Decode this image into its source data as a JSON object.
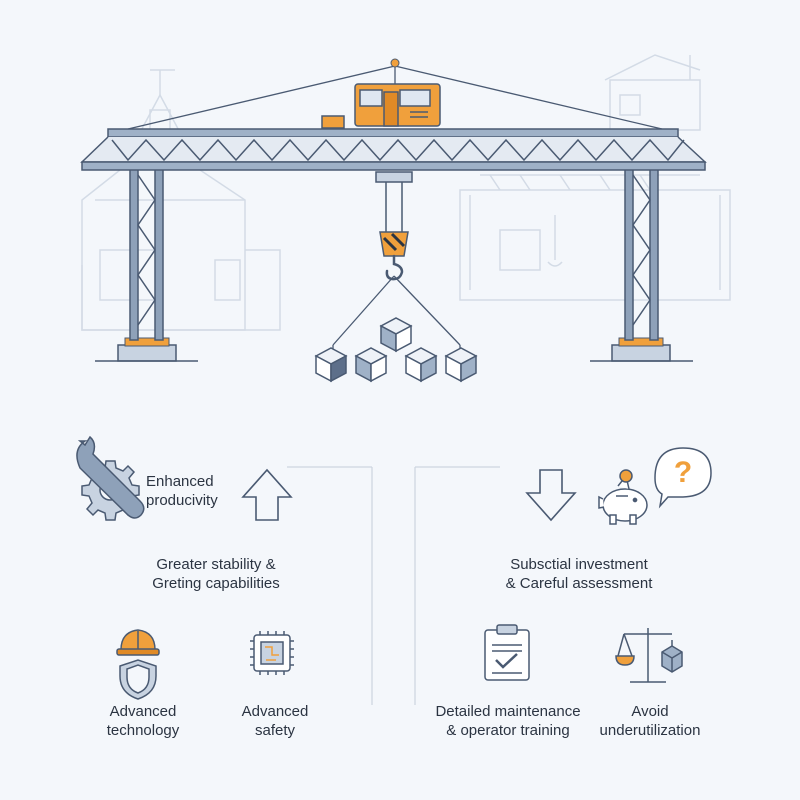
{
  "title": "",
  "colors": {
    "background": "#f4f7fb",
    "steel": "#7f93ad",
    "steel_dark": "#4a5a72",
    "accent_orange": "#f0a03c",
    "faint_building": "#d3dbe6",
    "text": "#2b3442"
  },
  "left_panel": {
    "productivity": {
      "line1": "Enhanced",
      "line2": "producivity",
      "icon": "wrench-gear-icon",
      "arrow": "arrow-up-icon"
    },
    "stability": {
      "line1": "Greater stability &",
      "line2": "Greting capabilities"
    },
    "technology": {
      "line1": "Advanced",
      "line2": "technology",
      "icon": "hard-hat-shield-icon"
    },
    "safety": {
      "line1": "Advanced",
      "line2": "safety",
      "icon": "microchip-icon"
    }
  },
  "right_panel": {
    "investment": {
      "line1": "Subsctial investment",
      "line2": "& Careful assessment",
      "icon": "piggy-bank-question-icon",
      "arrow": "arrow-down-icon"
    },
    "maintenance": {
      "line1": "Detailed maintenance",
      "line2": "& operator training",
      "icon": "clipboard-check-icon"
    },
    "underutilization": {
      "line1": "Avoid",
      "line2": "underutilization",
      "icon": "balance-scale-icon"
    }
  }
}
